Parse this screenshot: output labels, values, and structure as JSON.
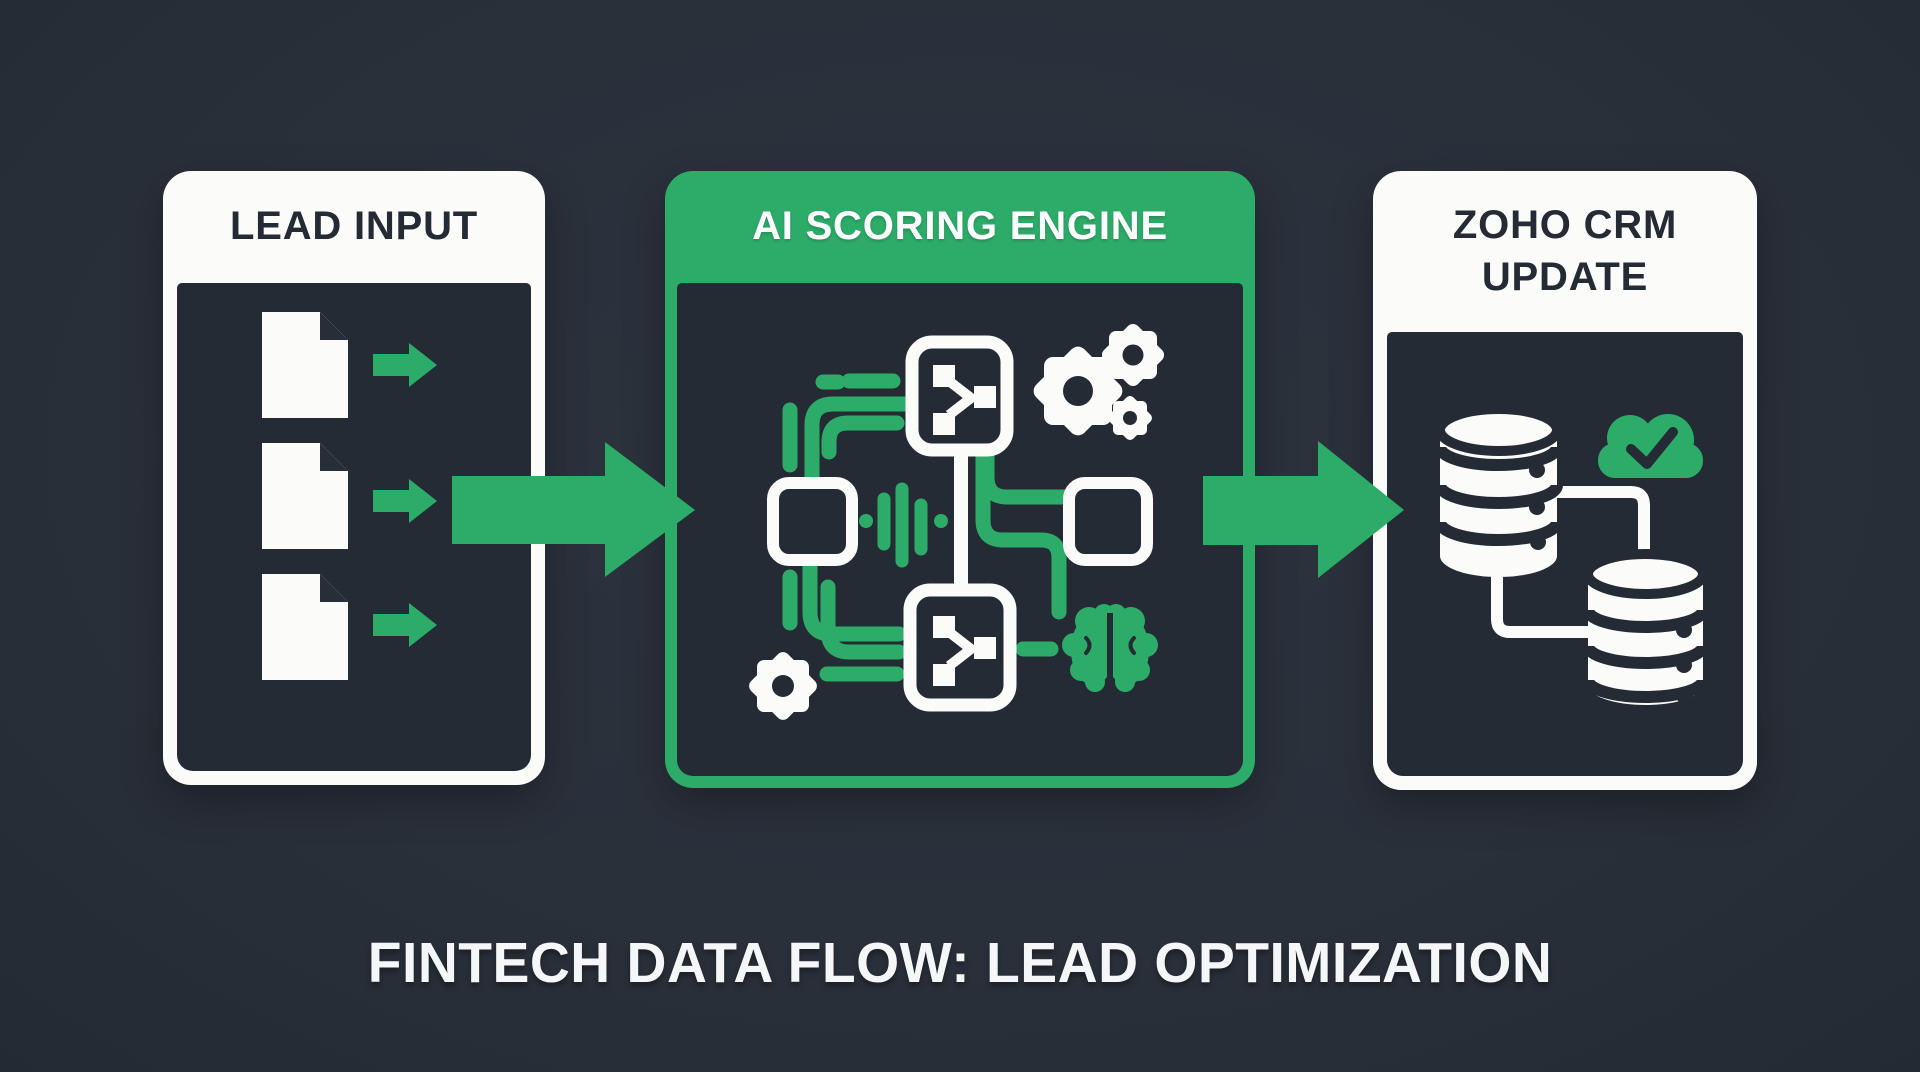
{
  "colors": {
    "background": "#2a303a",
    "panel_interior": "#252b34",
    "accent_green": "#2dac69",
    "white": "#fbfbf9",
    "dark_text": "#242b35"
  },
  "diagram": {
    "caption": "FINTECH DATA FLOW: LEAD OPTIMIZATION",
    "panels": [
      {
        "id": "lead-input",
        "title": "LEAD INPUT",
        "header_style": "white",
        "icons": [
          "document-icon",
          "document-icon",
          "document-icon",
          "arrow-right-icon",
          "arrow-right-icon",
          "arrow-right-icon"
        ]
      },
      {
        "id": "ai-scoring-engine",
        "title": "AI SCORING ENGINE",
        "header_style": "green",
        "icons": [
          "circuit-traces",
          "branch-node-icon",
          "branch-node-icon",
          "square-node-icon",
          "square-node-icon",
          "waveform-icon",
          "gear-cluster-icon",
          "gear-icon",
          "brain-icon"
        ]
      },
      {
        "id": "zoho-crm-update",
        "title": "ZOHO CRM UPDATE",
        "header_style": "white",
        "icons": [
          "database-icon",
          "database-icon",
          "cloud-check-icon",
          "connector-lines"
        ]
      }
    ],
    "flow_arrows": [
      {
        "from": "LEAD INPUT",
        "to": "AI SCORING ENGINE",
        "direction": "right"
      },
      {
        "from": "AI SCORING ENGINE",
        "to": "ZOHO CRM UPDATE",
        "direction": "right"
      }
    ]
  }
}
